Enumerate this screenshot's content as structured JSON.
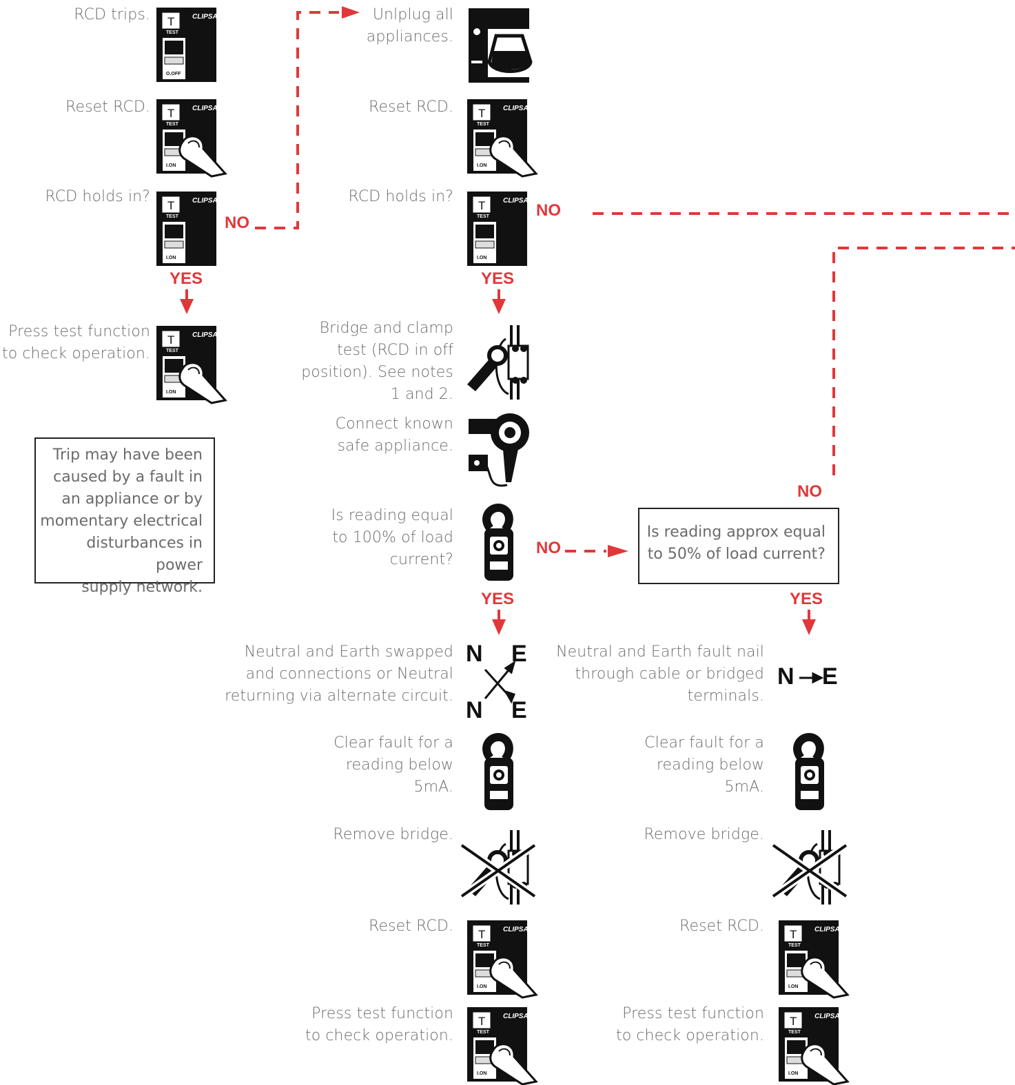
{
  "colors": {
    "accent": "#e2373a",
    "text": "#6b6b6b",
    "icon": "#111111"
  },
  "brand": "CLIPSAL",
  "rcd_labels": {
    "test_key": "T",
    "test": "TEST",
    "on": "I.ON",
    "off": "O.OFF"
  },
  "ne_labels": {
    "n": "N",
    "e": "E"
  },
  "decisions": {
    "no": "NO",
    "yes": "YES"
  },
  "left": {
    "rcd_trips": "RCD trips.",
    "reset": "Reset RCD.",
    "holds": "RCD holds in?",
    "press_test": "Press test function\nto check operation.",
    "note": "Trip may have been\ncaused by a fault in\nan appliance or by\nmomentary electrical\ndisturbances in power\nsupply network."
  },
  "middle": {
    "unplug": "Unlplug all\nappliances.",
    "reset": "Reset RCD.",
    "holds": "RCD holds in?",
    "bridge": "Bridge and clamp\ntest (RCD in off\nposition). See notes\n1 and 2.",
    "connect": "Connect known\nsafe appliance.",
    "reading100": "Is reading equal\nto 100% of load\ncurrent?",
    "swapped": "Neutral and Earth swapped\nand connections or Neutral\nreturning via alternate circuit.",
    "clear": "Clear fault for a\nreading below\n5mA.",
    "remove": "Remove bridge.",
    "reset2": "Reset RCD.",
    "press_test": "Press test function\nto check operation."
  },
  "right": {
    "reading50": "Is reading approx equal\nto 50% of load current?",
    "fault": "Neutral and Earth fault nail\nthrough cable or bridged\nterminals.",
    "clear": "Clear fault for a\nreading below\n5mA.",
    "remove": "Remove bridge.",
    "reset": "Reset RCD.",
    "press_test": "Press test function\nto check operation."
  }
}
